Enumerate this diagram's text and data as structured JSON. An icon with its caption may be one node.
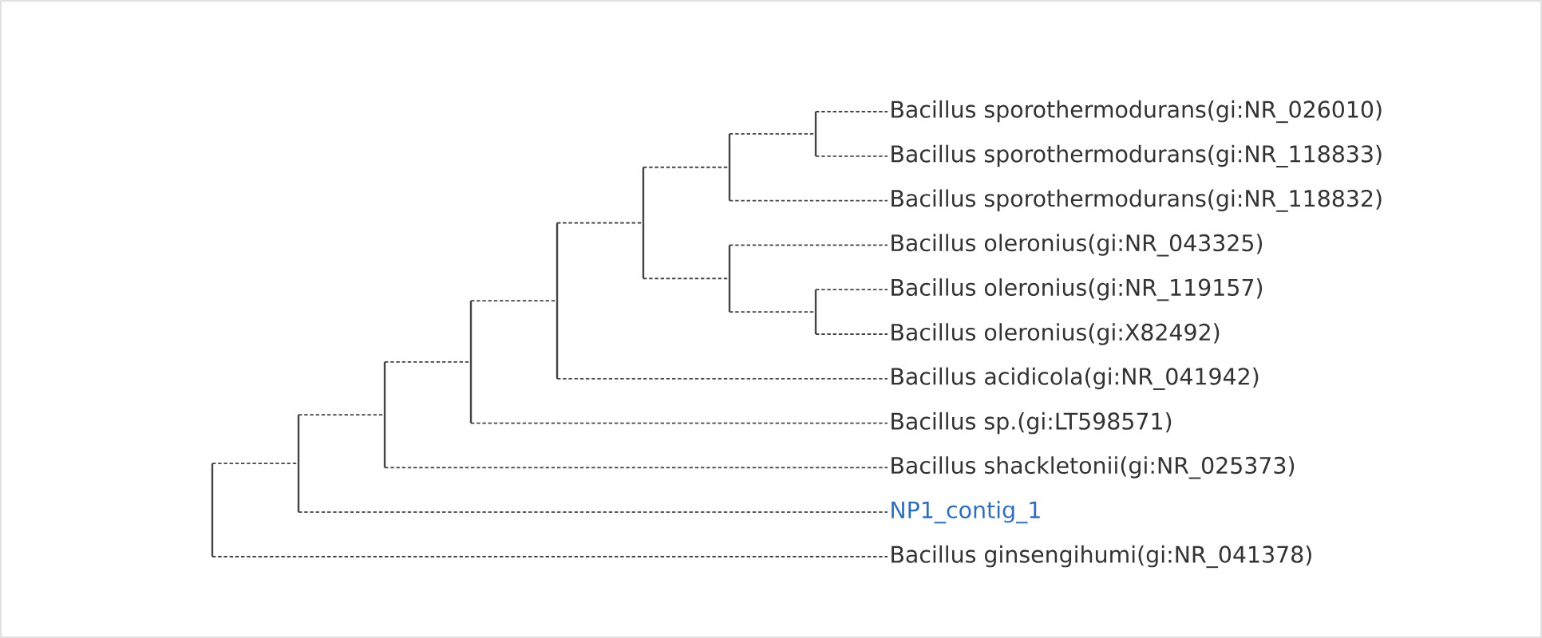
{
  "diagram": {
    "nodes": [
      {
        "text": [
          "Bacillus sporothermodurans(gi:NR_026010)"
        ]
      },
      {
        "text": [
          "Bacillus sporothermodurans(gi:NR_118833)"
        ]
      },
      {
        "text": [
          "Bacillus sporothermodurans(gi:NR_118832)"
        ]
      },
      {
        "text": [
          "Bacillus oleronius(gi:NR_043325)"
        ]
      },
      {
        "text": [
          "Bacillus oleronius(gi:NR_119157)"
        ]
      },
      {
        "text": [
          "Bacillus oleronius(gi:X82492)"
        ]
      },
      {
        "text": [
          "Bacillus acidicola(gi:NR_041942)"
        ]
      },
      {
        "text": [
          "Bacillus sp.(gi:LT598571)"
        ]
      },
      {
        "text": [
          "Bacillus shackletonii(gi:NR_025373)"
        ]
      },
      {
        "text": [
          "NP1_contig_1"
        ]
      },
      {
        "text": [
          "Bacillus ginsengihumi(gi:NR_041378)"
        ]
      },
      {
        "text": [],
        "shape": "bar"
      },
      {
        "text": [],
        "shape": "bar"
      },
      {
        "text": [],
        "shape": "bar"
      },
      {
        "text": [],
        "shape": "bar"
      },
      {
        "text": [],
        "shape": "bar"
      },
      {
        "text": [],
        "shape": "bar"
      },
      {
        "text": [],
        "shape": "bar"
      },
      {
        "text": [],
        "shape": "bar"
      },
      {
        "text": [],
        "shape": "bar"
      },
      {
        "text": [],
        "shape": "bar"
      }
    ],
    "edges": [
      {
        "from": 11,
        "to": 12,
        "arrow": "none",
        "style": "dashed"
      },
      {
        "from": 11,
        "to": 10,
        "arrow": "none",
        "style": "dashed"
      },
      {
        "from": 12,
        "to": 13,
        "arrow": "none",
        "style": "dashed"
      },
      {
        "from": 12,
        "to": 9,
        "arrow": "none",
        "style": "dashed"
      },
      {
        "from": 13,
        "to": 14,
        "arrow": "none",
        "style": "dashed"
      },
      {
        "from": 13,
        "to": 8,
        "arrow": "none",
        "style": "dashed"
      },
      {
        "from": 14,
        "to": 15,
        "arrow": "none",
        "style": "dashed"
      },
      {
        "from": 14,
        "to": 7,
        "arrow": "none",
        "style": "dashed"
      },
      {
        "from": 15,
        "to": 16,
        "arrow": "none",
        "style": "dashed"
      },
      {
        "from": 15,
        "to": 6,
        "arrow": "none",
        "style": "dashed"
      },
      {
        "from": 16,
        "to": 17,
        "arrow": "none",
        "style": "dashed"
      },
      {
        "from": 16,
        "to": 18,
        "arrow": "none",
        "style": "dashed"
      },
      {
        "from": 17,
        "to": 19,
        "arrow": "none",
        "style": "dashed"
      },
      {
        "from": 17,
        "to": 2,
        "arrow": "none",
        "style": "dashed"
      },
      {
        "from": 19,
        "to": 0,
        "arrow": "none",
        "style": "dashed"
      },
      {
        "from": 19,
        "to": 1,
        "arrow": "none",
        "style": "dashed"
      },
      {
        "from": 18,
        "to": 3,
        "arrow": "none",
        "style": "dashed"
      },
      {
        "from": 18,
        "to": 20,
        "arrow": "none",
        "style": "dashed"
      },
      {
        "from": 20,
        "to": 4,
        "arrow": "none",
        "style": "dashed"
      },
      {
        "from": 20,
        "to": 5,
        "arrow": "none",
        "style": "dashed"
      }
    ]
  }
}
